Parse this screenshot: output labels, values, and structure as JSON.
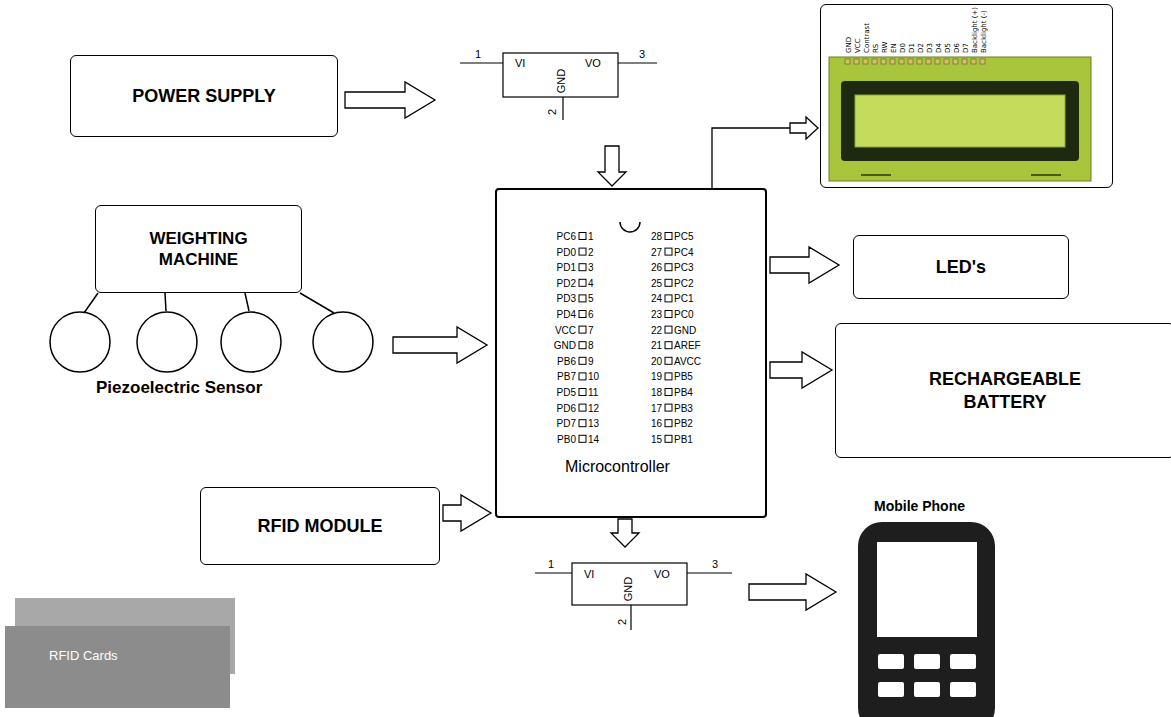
{
  "diagram": {
    "nodes": [
      {
        "text": [
          "POWER SUPPLY"
        ]
      },
      {
        "text": [
          "VI",
          "VO",
          "GND",
          "1",
          "3",
          "2"
        ]
      },
      {
        "text": [
          "GND",
          "VCC",
          "Contrast",
          "RS",
          "RW",
          "EN",
          "D0",
          "D1",
          "D2",
          "D3",
          "D4",
          "D5",
          "D6",
          "D7",
          "Backlight (+)",
          "Backlight (-)"
        ]
      },
      {
        "text": [
          "WEIGHTING MACHINE"
        ]
      },
      {
        "text": [
          "Microcontroller"
        ]
      },
      {
        "text": [
          "LED's"
        ]
      },
      {
        "text": [
          "RECHARGEABLE BATTERY"
        ]
      },
      {
        "text": [
          "RFID MODULE"
        ]
      },
      {
        "text": [
          "VI",
          "VO",
          "GND",
          "1",
          "3",
          "2"
        ]
      },
      {
        "text": [
          "Mobile Phone"
        ]
      },
      {
        "text": [
          "RFID Cards"
        ]
      }
    ],
    "edges": [
      {
        "from": 0,
        "to": 1,
        "arrow": "to"
      },
      {
        "from": 1,
        "to": 4,
        "arrow": "to"
      },
      {
        "from": 4,
        "to": 2,
        "arrow": "to"
      },
      {
        "from": 3,
        "to": 4,
        "arrow": "to"
      },
      {
        "from": 4,
        "to": 5,
        "arrow": "to"
      },
      {
        "from": 4,
        "to": 6,
        "arrow": "to"
      },
      {
        "from": 7,
        "to": 4,
        "arrow": "to"
      },
      {
        "from": 4,
        "to": 8,
        "arrow": "to"
      },
      {
        "from": 8,
        "to": 9,
        "arrow": "to"
      }
    ],
    "labels": [
      "Piezoelectric Sensor",
      "PC6",
      "1",
      "PD0",
      "2",
      "PD1",
      "3",
      "PD2",
      "4",
      "PD3",
      "5",
      "PD4",
      "6",
      "VCC",
      "7",
      "GND",
      "8",
      "PB6",
      "9",
      "PB7",
      "10",
      "PD5",
      "11",
      "PD6",
      "12",
      "PD7",
      "13",
      "PB0",
      "14",
      "28",
      "PC5",
      "27",
      "PC4",
      "26",
      "PC3",
      "25",
      "PC2",
      "24",
      "PC1",
      "23",
      "PC0",
      "22",
      "GND",
      "21",
      "AREF",
      "20",
      "AVCC",
      "19",
      "PB5",
      "18",
      "PB4",
      "17",
      "PB3",
      "16",
      "PB2",
      "15",
      "PB1"
    ]
  }
}
